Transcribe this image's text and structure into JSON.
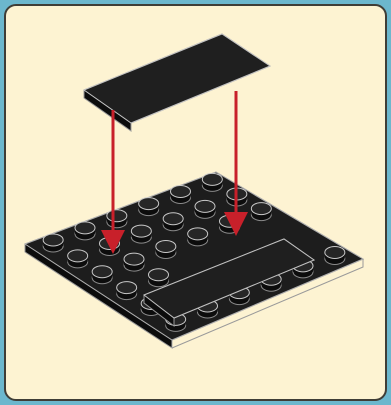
{
  "colors": {
    "background": "#6cb7cd",
    "panel": "#fdf3d2",
    "panel_border": "#3f3d36",
    "brick": "#1d1d1d",
    "brick_side": "#0c0c0c",
    "edge": "#9a9a9a",
    "arrow": "#c8202a"
  },
  "diagram": {
    "base_plate": {
      "rows": 6,
      "cols": 6
    },
    "tile": {
      "studs_width": 2,
      "studs_length": 4
    },
    "arrows": 2
  }
}
